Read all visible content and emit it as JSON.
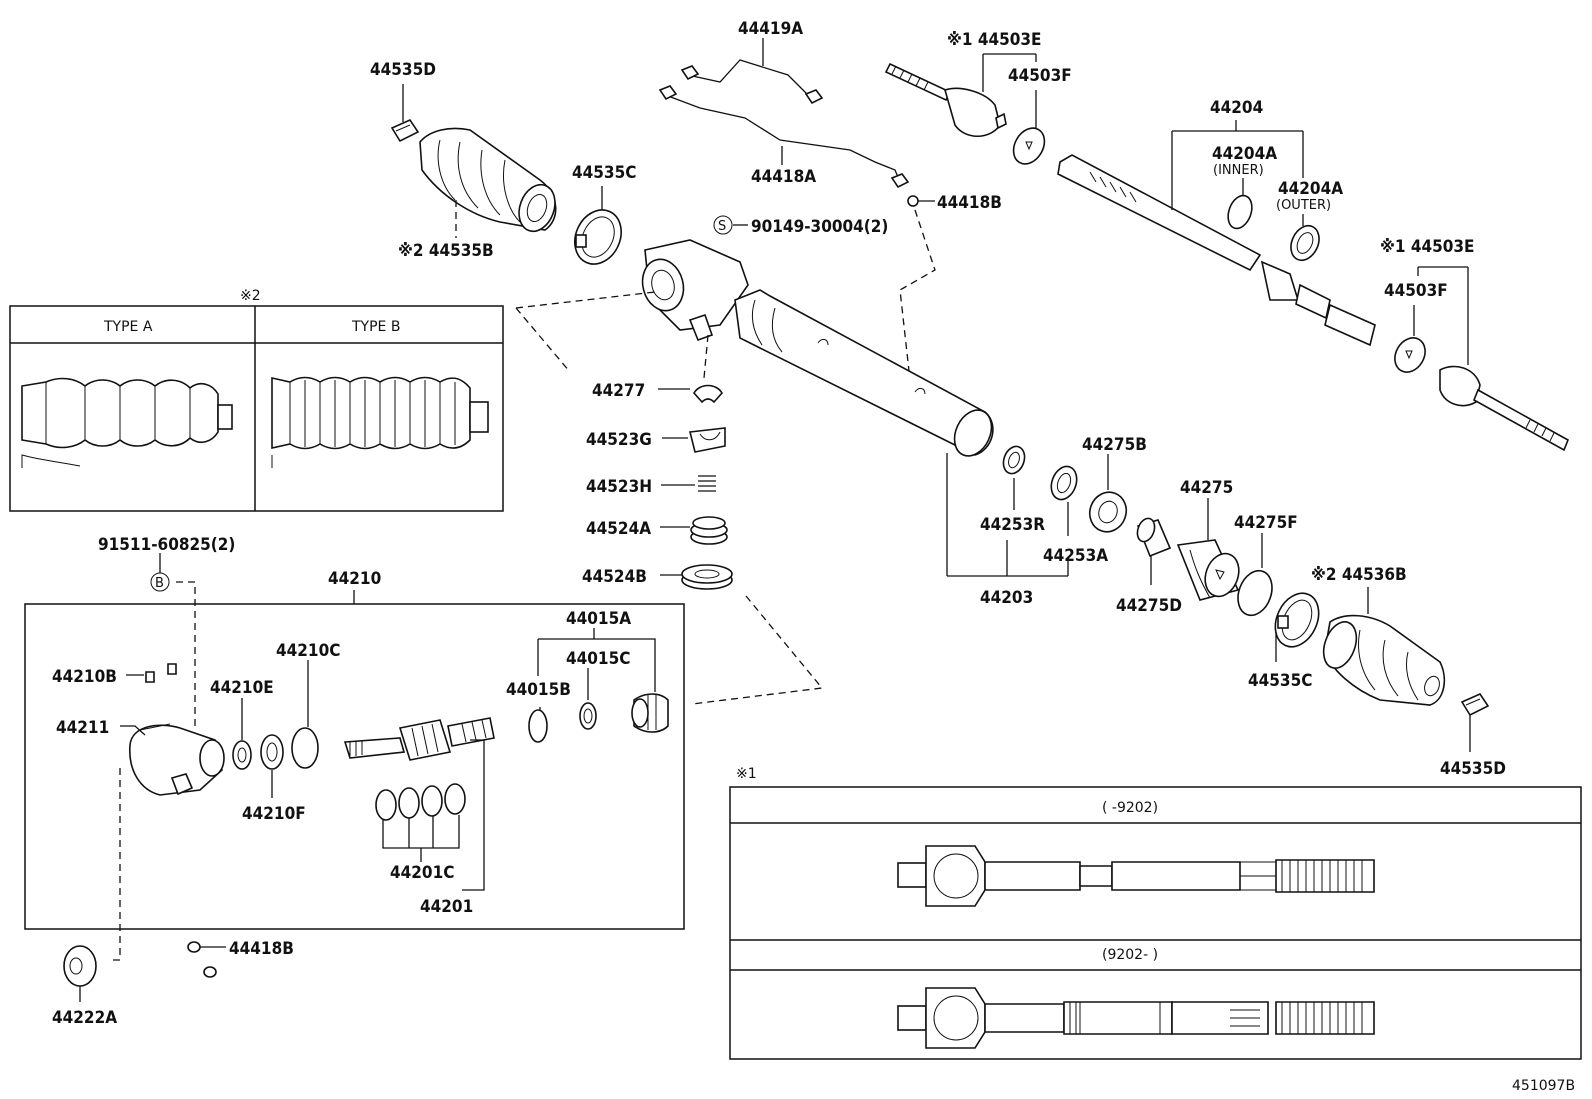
{
  "diagram": {
    "labels": {
      "p44535D_top": "44535D",
      "p44535B": "※2 44535B",
      "p44535C_top": "44535C",
      "p44419A": "44419A",
      "p44418A": "44418A",
      "p44418B_top": "44418B",
      "p90149": "90149-30004(2)",
      "s_circle": "S",
      "p44503E_top": "※1 44503E",
      "p44503F_top": "44503F",
      "p44204": "44204",
      "p44204A_inner": "44204A",
      "inner": "(INNER)",
      "p44204A_outer": "44204A",
      "outer": "(OUTER)",
      "p44503E_right": "※1 44503E",
      "p44503F_right": "44503F",
      "p44277": "44277",
      "p44523G": "44523G",
      "p44523H": "44523H",
      "p44524A": "44524A",
      "p44524B": "44524B",
      "p44253R": "44253R",
      "p44253A": "44253A",
      "p44203": "44203",
      "p44275B": "44275B",
      "p44275": "44275",
      "p44275F": "44275F",
      "p44275D": "44275D",
      "p44536B": "※2 44536B",
      "p44535C_right": "44535C",
      "p44535D_right": "44535D",
      "p91511": "91511-60825(2)",
      "b_circle": "B",
      "p44210": "44210",
      "p44210B": "44210B",
      "p44210E": "44210E",
      "p44210C": "44210C",
      "p44211": "44211",
      "p44210F": "44210F",
      "p44015A": "44015A",
      "p44015C": "44015C",
      "p44015B": "44015B",
      "p44201C": "44201C",
      "p44201": "44201",
      "p44418B_bottom": "44418B",
      "p44222A": "44222A",
      "figure_code": "451097B"
    },
    "type_table": {
      "ref": "※2",
      "type_a": "TYPE A",
      "type_b": "TYPE B"
    },
    "rod_table": {
      "ref": "※1",
      "row1": "(      -9202)",
      "row2": "(9202-      )"
    }
  }
}
